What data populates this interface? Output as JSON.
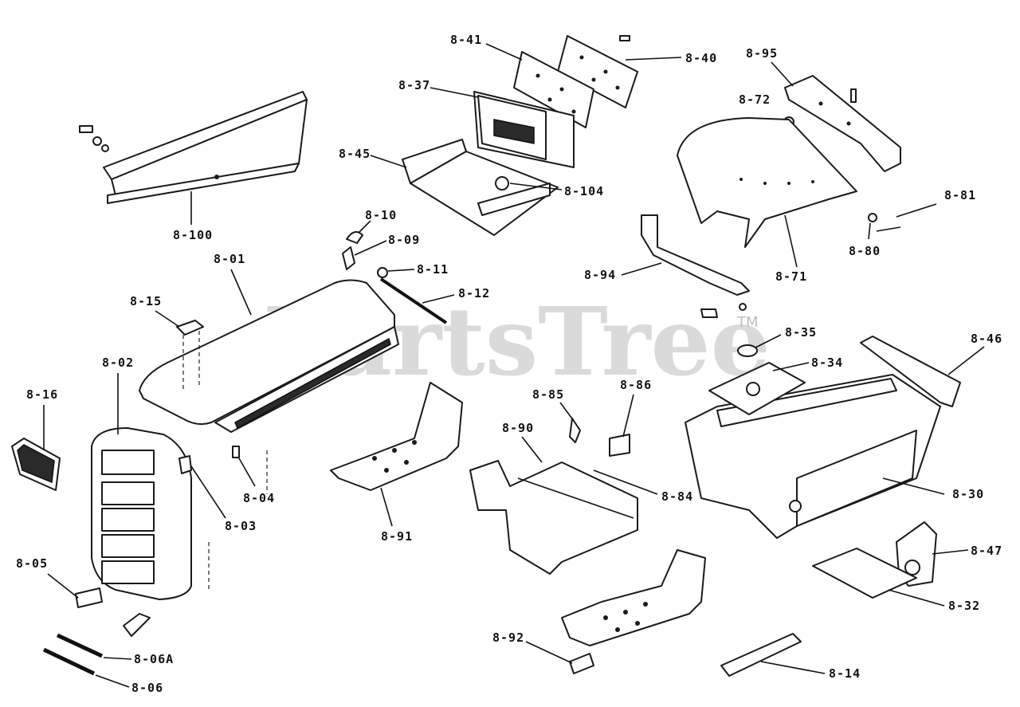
{
  "diagram": {
    "watermark": "PartsTree",
    "trademark": "TM",
    "labels": {
      "p8_41": "8-41",
      "p8_40": "8-40",
      "p8_37": "8-37",
      "p8_45": "8-45",
      "p8_104": "8-104",
      "p8_95": "8-95",
      "p8_72": "8-72",
      "p8_81": "8-81",
      "p8_80": "8-80",
      "p8_71": "8-71",
      "p8_94": "8-94",
      "p8_100": "8-100",
      "p8_10": "8-10",
      "p8_09": "8-09",
      "p8_11": "8-11",
      "p8_12": "8-12",
      "p8_01": "8-01",
      "p8_15": "8-15",
      "p8_02": "8-02",
      "p8_16": "8-16",
      "p8_03": "8-03",
      "p8_04": "8-04",
      "p8_05": "8-05",
      "p8_06A": "8-06A",
      "p8_06": "8-06",
      "p8_91": "8-91",
      "p8_35": "8-35",
      "p8_34": "8-34",
      "p8_46": "8-46",
      "p8_85": "8-85",
      "p8_86": "8-86",
      "p8_90": "8-90",
      "p8_84": "8-84",
      "p8_30": "8-30",
      "p8_47": "8-47",
      "p8_32": "8-32",
      "p8_92": "8-92",
      "p8_14": "8-14"
    }
  }
}
